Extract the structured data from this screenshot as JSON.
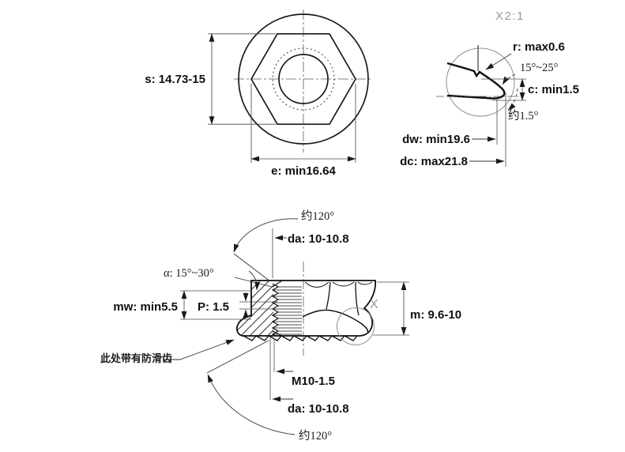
{
  "colors": {
    "line": "#1a1a1a",
    "dim_line": "#555555",
    "muted_gray": "#9a9a9a",
    "background": "#ffffff"
  },
  "top_view": {
    "width_across_flats_label": "s: 14.73-15",
    "width_across_corners_label": "e: min16.64"
  },
  "detail_view": {
    "scale_label": "X2:1",
    "fillet_label": "r: max0.6",
    "flange_angle_label": "15°~25°",
    "flange_thickness_label": "c: min1.5",
    "seat_angle_label": "约1.5°",
    "bearing_diameter_label": "dw: min19.6",
    "flange_diameter_label": "dc: max21.8"
  },
  "section_view": {
    "top_chamfer_angle_label": "约120°",
    "countersink_top_label": "da: 10-10.8",
    "thread_runout_angle_label": "α: 15°~30°",
    "wrenching_height_label": "mw: min5.5",
    "pitch_label": "P: 1.5",
    "nut_height_label": "m: 9.6-10",
    "detail_marker_label": "X",
    "serration_note": "此处带有防滑齿",
    "thread_spec_label": "M10-1.5",
    "countersink_bottom_label": "da: 10-10.8",
    "bottom_chamfer_angle_label": "约120°"
  }
}
